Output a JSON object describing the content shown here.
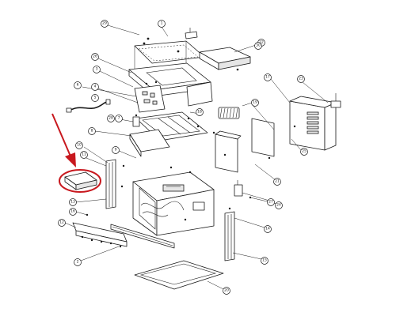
{
  "callouts": [
    {
      "label": "29"
    },
    {
      "label": "1"
    },
    {
      "label": "22"
    },
    {
      "label": "26"
    },
    {
      "label": "3"
    },
    {
      "label": "4"
    },
    {
      "label": "6"
    },
    {
      "label": "5"
    },
    {
      "label": "19"
    },
    {
      "label": "18"
    },
    {
      "label": "7"
    },
    {
      "label": "28"
    },
    {
      "label": "8"
    },
    {
      "label": "9"
    },
    {
      "label": "10"
    },
    {
      "label": "11"
    },
    {
      "label": "13"
    },
    {
      "label": "16"
    },
    {
      "label": "12"
    },
    {
      "label": "17"
    },
    {
      "label": "23"
    },
    {
      "label": "25"
    },
    {
      "label": "21"
    },
    {
      "label": "27"
    },
    {
      "label": "24"
    },
    {
      "label": "14"
    },
    {
      "label": "15"
    },
    {
      "label": "20"
    },
    {
      "label": "2"
    },
    {
      "label": "30"
    }
  ],
  "colors": {
    "highlight": "#c8181e",
    "line": "#1a1a1a"
  }
}
